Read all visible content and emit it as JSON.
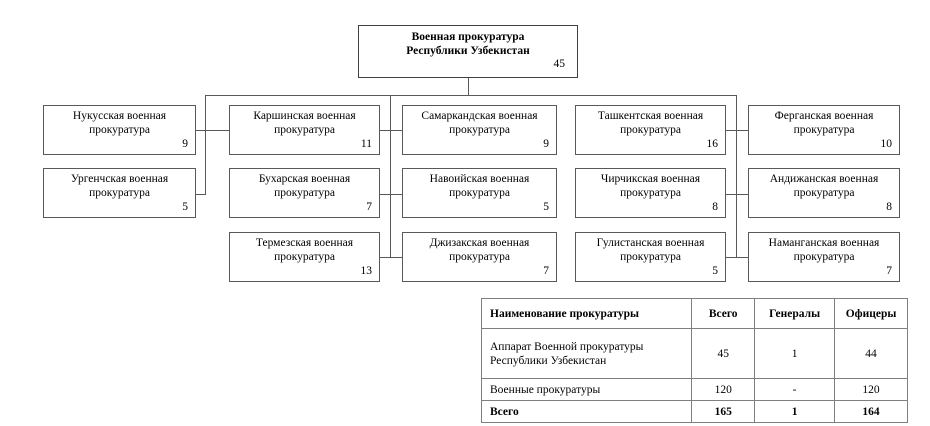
{
  "root": {
    "title": "Военная прокуратура\nРеспублики Узбекистан",
    "count": "45"
  },
  "columns": [
    {
      "name": "column-1",
      "nodes": [
        {
          "title": "Нукусская военная\nпрокуратура",
          "count": "9"
        },
        {
          "title": "Ургенчская военная\nпрокуратура",
          "count": "5"
        }
      ]
    },
    {
      "name": "column-2",
      "nodes": [
        {
          "title": "Каршинская военная\nпрокуратура",
          "count": "11"
        },
        {
          "title": "Бухарская военная\nпрокуратура",
          "count": "7"
        },
        {
          "title": "Термезская военная\nпрокуратура",
          "count": "13"
        }
      ]
    },
    {
      "name": "column-3",
      "nodes": [
        {
          "title": "Самаркандская военная\nпрокуратура",
          "count": "9"
        },
        {
          "title": "Навоийская военная\nпрокуратура",
          "count": "5"
        },
        {
          "title": "Джизакская военная\nпрокуратура",
          "count": "7"
        }
      ]
    },
    {
      "name": "column-4",
      "nodes": [
        {
          "title": "Ташкентская военная\nпрокуратура",
          "count": "16"
        },
        {
          "title": "Чирчикская военная\nпрокуратура",
          "count": "8"
        },
        {
          "title": "Гулистанская военная\nпрокуратура",
          "count": "5"
        }
      ]
    },
    {
      "name": "column-5",
      "nodes": [
        {
          "title": "Ферганская военная\nпрокуратура",
          "count": "10"
        },
        {
          "title": "Андижанская военная\nпрокуратура",
          "count": "8"
        },
        {
          "title": "Наманганская военная\nпрокуратура",
          "count": "7"
        }
      ]
    }
  ],
  "table": {
    "headers": [
      "Наименование прокуратуры",
      "Всего",
      "Генералы",
      "Офицеры"
    ],
    "rows": [
      {
        "name": "Аппарат Военной прокуратуры\nРеспублики Узбекистан",
        "total": "45",
        "generals": "1",
        "officers": "44",
        "bold": false
      },
      {
        "name": "Военные прокуратуры",
        "total": "120",
        "generals": "-",
        "officers": "120",
        "bold": false
      },
      {
        "name": "Всего",
        "total": "165",
        "generals": "1",
        "officers": "164",
        "bold": true
      }
    ]
  },
  "colors": {
    "border": "#595959",
    "table_border": "#7f7f7f",
    "background": "#ffffff",
    "text": "#000000"
  }
}
